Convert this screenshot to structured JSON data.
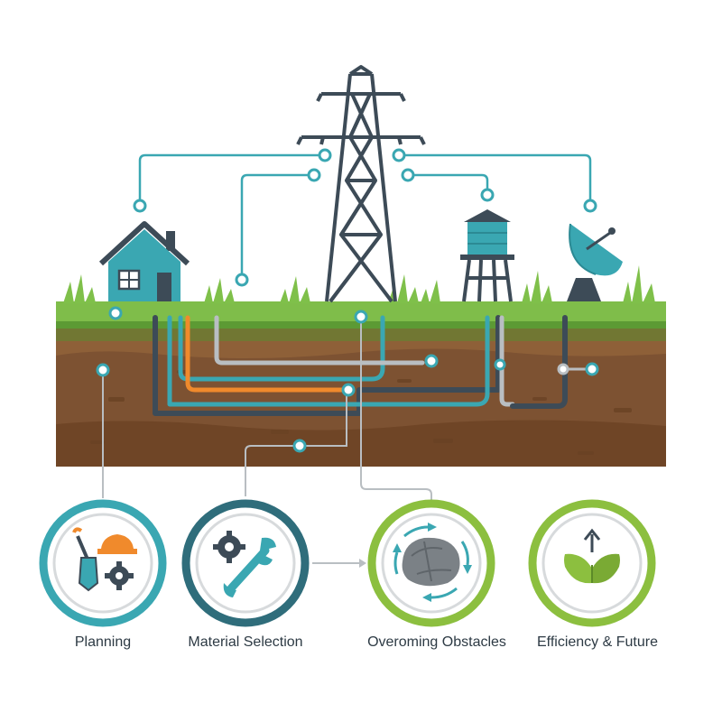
{
  "colors": {
    "teal": "#3aa7b2",
    "dark_slate": "#3d4b57",
    "green_accent": "#8cbf3f",
    "orange": "#f08a2c",
    "grass": "#7fbd4a",
    "soil": "#8a5a35",
    "soil_dark": "#6e4628",
    "gray_line": "#b9bec2"
  },
  "stages": [
    {
      "label": "Planning",
      "icon": "planning-tools-icon"
    },
    {
      "label": "Material Selection",
      "icon": "wrench-gear-icon"
    },
    {
      "label": "Overoming Obstacles",
      "icon": "boulder-cycle-icon"
    },
    {
      "label": "Efficiency & Future",
      "icon": "sprout-arrow-icon"
    }
  ],
  "surface_objects": [
    {
      "name": "house",
      "icon": "house-icon"
    },
    {
      "name": "power-tower",
      "icon": "power-tower-icon"
    },
    {
      "name": "water-tower",
      "icon": "water-tower-icon"
    },
    {
      "name": "satellite-dish",
      "icon": "satellite-dish-icon"
    }
  ]
}
